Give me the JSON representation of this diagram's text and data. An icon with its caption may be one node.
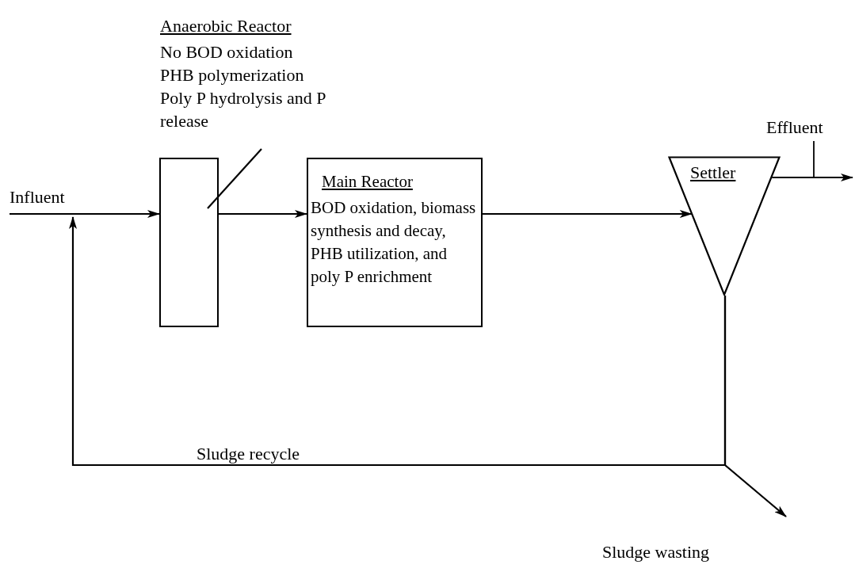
{
  "diagram": {
    "nodes": [
      {
        "text": [
          "Anaerobic Reactor",
          "No BOD oxidation",
          "PHB polymerization",
          "Poly P hydrolysis and P release"
        ]
      },
      {
        "text": [],
        "shape": "box"
      },
      {
        "text": [
          "Main Reactor",
          "BOD oxidation, biomass synthesis and decay, PHB utilization, and poly P enrichment"
        ]
      },
      {
        "text": [
          "Settler"
        ]
      }
    ],
    "edges": [
      {
        "from": 0,
        "to": 1,
        "arrow": "none"
      },
      {
        "from": null,
        "to": 1,
        "arrow": "to",
        "label": "Influent"
      },
      {
        "from": 1,
        "to": 2,
        "arrow": "to"
      },
      {
        "from": 2,
        "to": 3,
        "arrow": "to"
      },
      {
        "from": 3,
        "to": null,
        "arrow": "to",
        "label": "Effluent"
      },
      {
        "from": 3,
        "to": null,
        "arrow": "to",
        "label": "Sludge recycle"
      },
      {
        "from": 3,
        "to": null,
        "arrow": "to",
        "label": "Sludge wasting"
      }
    ]
  }
}
